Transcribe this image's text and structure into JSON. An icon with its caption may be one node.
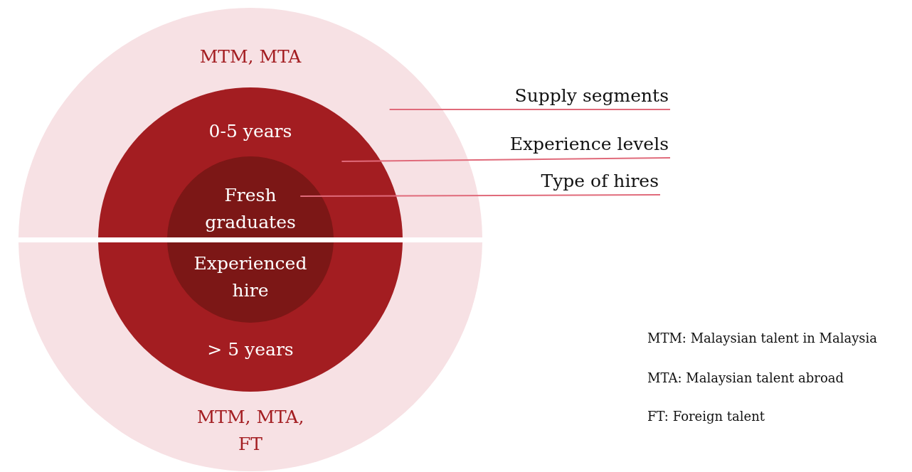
{
  "diagram": {
    "nodes": [
      {
        "text": [
          "MTM, MTA"
        ]
      },
      {
        "text": [
          "0-5 years"
        ],
        "in": 0
      },
      {
        "text": [
          "Fresh graduates"
        ],
        "in": 1
      },
      {
        "text": [
          "MTM, MTA, FT"
        ]
      },
      {
        "text": [
          "> 5 years"
        ],
        "in": 3
      },
      {
        "text": [
          "Experienced hire"
        ],
        "in": 4
      },
      {
        "text": [
          "Supply segments"
        ]
      },
      {
        "text": [
          "Experience levels"
        ]
      },
      {
        "text": [
          "Type of hires"
        ]
      }
    ],
    "edges": [
      {
        "from": 6,
        "to": 0,
        "arrow": "none"
      },
      {
        "from": 7,
        "to": 1,
        "arrow": "none"
      },
      {
        "from": 8,
        "to": 2,
        "arrow": "none"
      }
    ],
    "labels": [
      "MTM: Malaysian talent in Malaysia",
      "MTA: Malaysian talent abroad",
      "FT: Foreign talent"
    ]
  }
}
